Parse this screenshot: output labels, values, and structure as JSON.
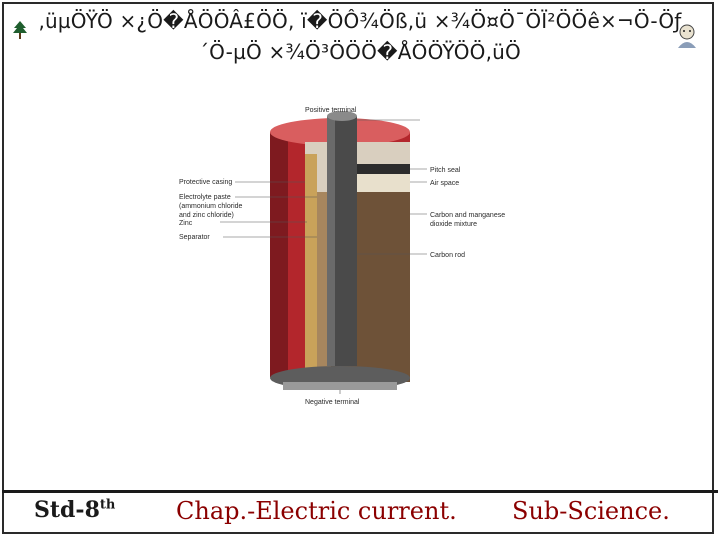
{
  "slide": {
    "title_line1": ",üµÖŸÖ ×¿Ö�ÅÖÖÂ£ÖÖ, ï�ÖÔ¾Öß,ü ×¾Ö¤Ö¯ÖÏ²ÖÖê×¬Ö-Öƒ",
    "title_line2": "´Ö-µÖ ×¾Ö³ÖÖÖ�ÅÖÖŸÖÖ,üÖ"
  },
  "diagram": {
    "labels_right": [
      "Positive terminal",
      "Pitch seal",
      "Air space",
      "Carbon and manganese",
      "dioxide mixture",
      "Carbon rod"
    ],
    "labels_left": [
      "Protective casing",
      "Electrolyte paste",
      "(ammonium chloride",
      "and zinc chloride)",
      "Zinc",
      "Separator"
    ],
    "label_bottom": "Negative terminal"
  },
  "footer": {
    "std": "Std-8",
    "std_sup": "th",
    "chapter": "Chap.-Electric current.",
    "subject": "Sub-Science."
  },
  "colors": {
    "chapter_text": "#8b0000",
    "casing_red": "#b3262c",
    "carbon_rod": "#4a4a4a",
    "zinc_gold": "#c9a25a"
  }
}
